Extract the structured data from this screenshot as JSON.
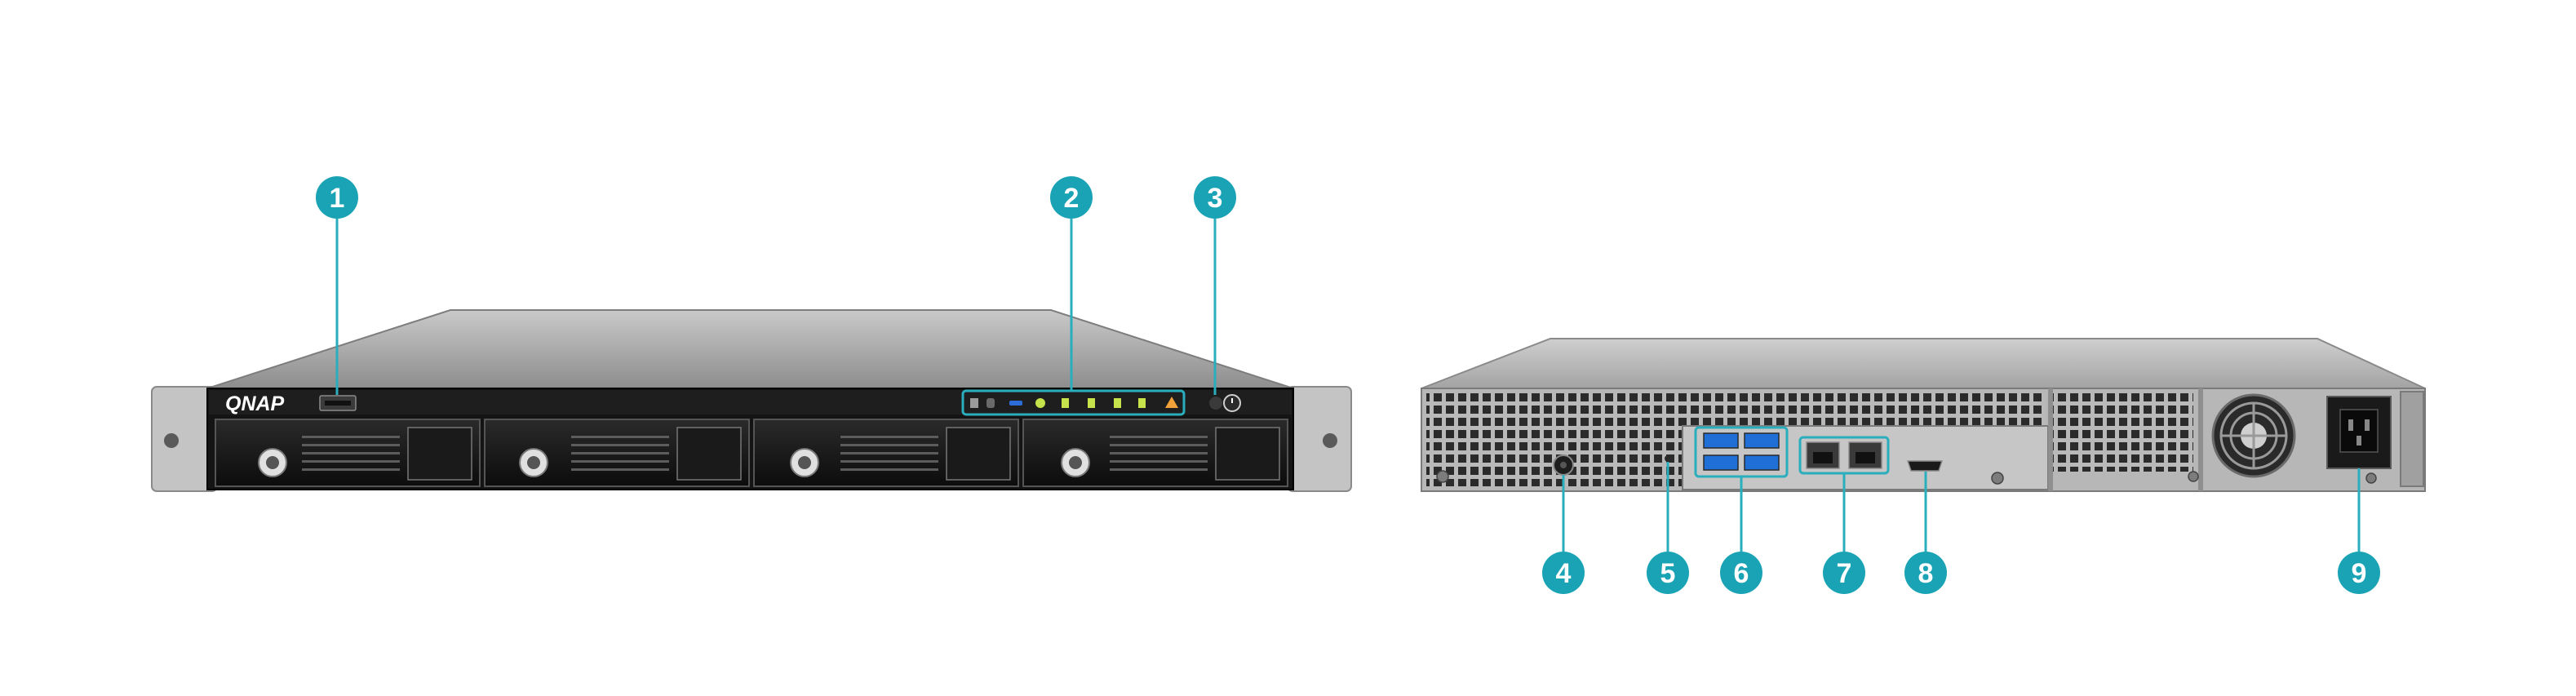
{
  "front_panel": {
    "brand": "QNAP",
    "drive_bays": 4,
    "callouts": [
      {
        "number": "1"
      },
      {
        "number": "2"
      },
      {
        "number": "3"
      }
    ]
  },
  "rear_panel": {
    "callouts": [
      {
        "number": "4"
      },
      {
        "number": "5"
      },
      {
        "number": "6"
      },
      {
        "number": "7"
      },
      {
        "number": "8"
      },
      {
        "number": "9"
      }
    ]
  },
  "colors": {
    "callout": "#1aa3b5",
    "callout_line": "#2aaebd",
    "front_face": "#141414",
    "chassis_top": "#a9a9a9",
    "rear_face": "#b7b7b7",
    "led_green": "#c7e34b",
    "led_blue": "#2b6cd9",
    "led_amber": "#f2a13a"
  },
  "icons": [
    "usb-port-icon",
    "drive-lock-icon",
    "lan-port-icon",
    "hdmi-port-icon",
    "power-socket-icon",
    "fan-icon",
    "power-button-icon"
  ]
}
